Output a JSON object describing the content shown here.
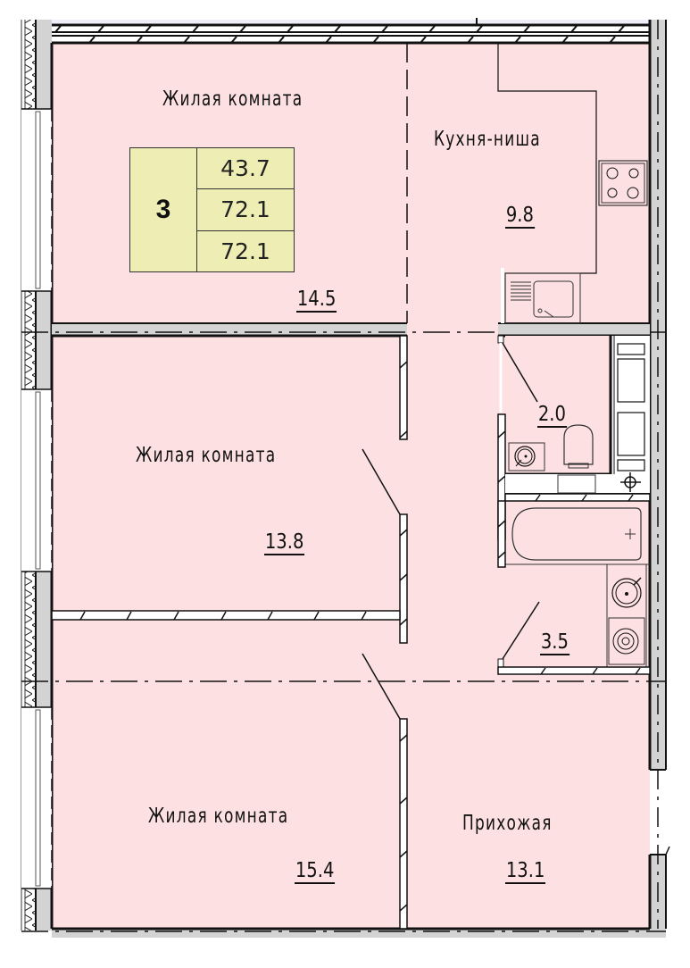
{
  "plan": {
    "type": "apartment-floor-plan",
    "colors": {
      "room_fill": "#fde0e2",
      "wall_fill": "#d3d3d3",
      "line": "#111111",
      "info_box_fill": "#eeeeb4"
    }
  },
  "summary_box": {
    "room_count": "3",
    "living_area": "43.7",
    "total_area": "72.1",
    "total_area_with_balcony": "72.1"
  },
  "rooms": [
    {
      "name": "Жилая комната",
      "area": "14.5"
    },
    {
      "name": "Кухня-ниша",
      "area": "9.8"
    },
    {
      "name": "Жилая комната",
      "area": "13.8"
    },
    {
      "name": "",
      "area": "2.0"
    },
    {
      "name": "",
      "area": "3.5"
    },
    {
      "name": "Жилая комната",
      "area": "15.4"
    },
    {
      "name": "Прихожая",
      "area": "13.1"
    }
  ],
  "fixtures": [
    "stove-icon",
    "sink-icon",
    "toilet-icon",
    "washbasin-icon",
    "bathtub-icon",
    "washing-machine-icon",
    "riser-icon"
  ]
}
